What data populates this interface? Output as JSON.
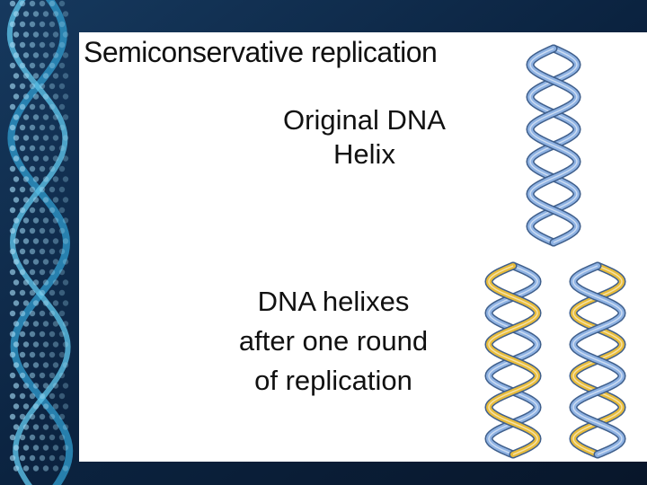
{
  "slide": {
    "title": "Semiconservative replication",
    "original_label_line1": "Original DNA",
    "original_label_line2": "Helix",
    "after_label_line1": "DNA helixes",
    "after_label_line2": "after one round",
    "after_label_line3": "of replication"
  },
  "colors": {
    "background": "#0b1d33",
    "panel": "#ffffff",
    "parental_strand": "#8eb2e3",
    "new_strand": "#e8bc3a",
    "bead": "#9fd6ef"
  },
  "icons": [
    "dna-helix-icon"
  ]
}
